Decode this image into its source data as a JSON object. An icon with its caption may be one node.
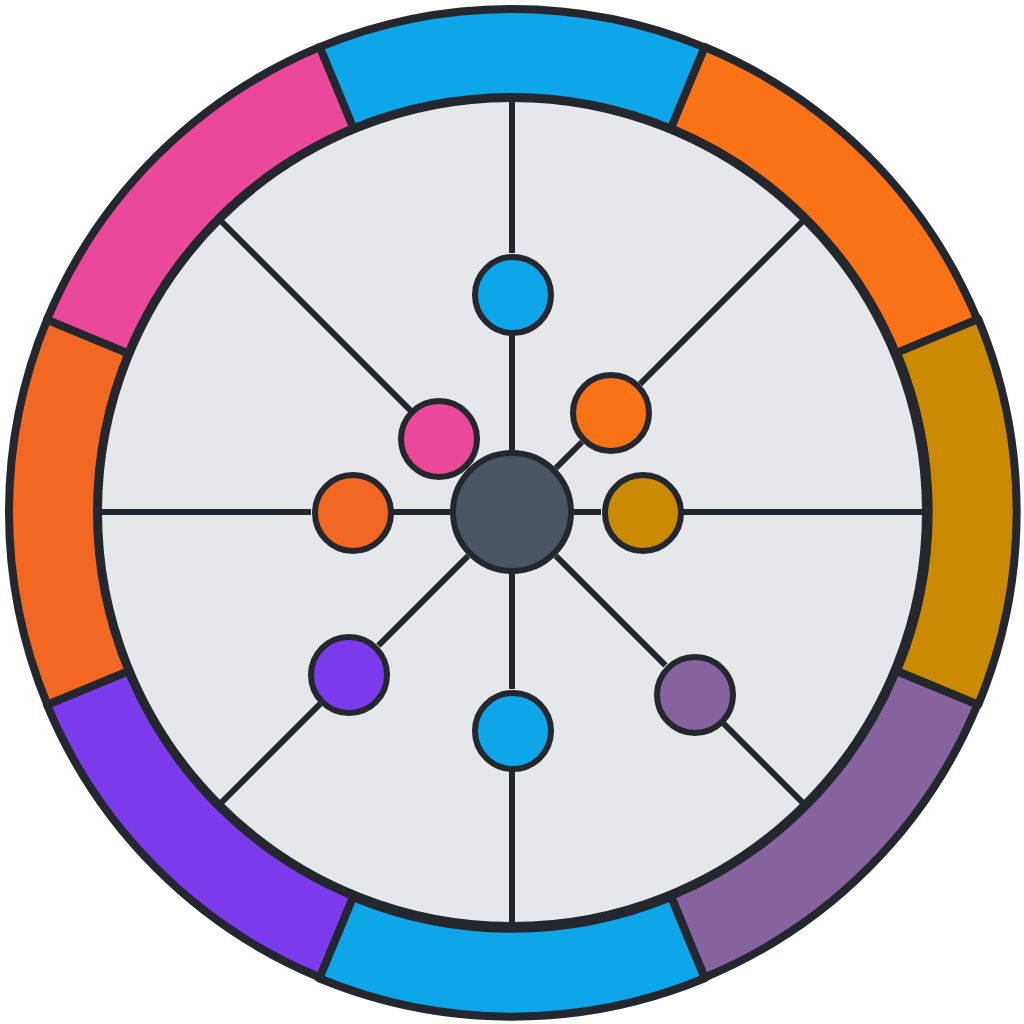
{
  "diagram": {
    "nodes": [
      {
        "text": [],
        "shape": "arc"
      },
      {
        "text": [],
        "shape": "arc"
      },
      {
        "text": [],
        "shape": "arc"
      },
      {
        "text": [],
        "shape": "arc"
      },
      {
        "text": [],
        "shape": "arc"
      },
      {
        "text": [],
        "shape": "arc"
      },
      {
        "text": [],
        "shape": "arc"
      },
      {
        "text": [],
        "shape": "arc"
      },
      {
        "text": [],
        "shape": "circle"
      },
      {
        "text": [],
        "shape": "circle",
        "in": 8
      },
      {
        "text": [],
        "shape": "circle",
        "in": 8
      },
      {
        "text": [],
        "shape": "circle",
        "in": 8
      },
      {
        "text": [],
        "shape": "circle",
        "in": 8
      },
      {
        "text": [],
        "shape": "circle",
        "in": 8
      },
      {
        "text": [],
        "shape": "circle",
        "in": 8
      },
      {
        "text": [],
        "shape": "circle",
        "in": 8
      },
      {
        "text": [],
        "shape": "circle",
        "in": 8
      },
      {
        "text": [],
        "shape": "circle",
        "in": 8
      }
    ],
    "edges": [
      {
        "from": 9,
        "to": 10,
        "arrow": "none"
      },
      {
        "from": 10,
        "to": 0,
        "arrow": "none"
      },
      {
        "from": 9,
        "to": 11,
        "arrow": "none"
      },
      {
        "from": 11,
        "to": 1,
        "arrow": "none"
      },
      {
        "from": 9,
        "to": 12,
        "arrow": "none"
      },
      {
        "from": 12,
        "to": 2,
        "arrow": "none"
      },
      {
        "from": 9,
        "to": 13,
        "arrow": "none"
      },
      {
        "from": 13,
        "to": 3,
        "arrow": "none"
      },
      {
        "from": 9,
        "to": 14,
        "arrow": "none"
      },
      {
        "from": 14,
        "to": 4,
        "arrow": "none"
      },
      {
        "from": 9,
        "to": 15,
        "arrow": "none"
      },
      {
        "from": 15,
        "to": 5,
        "arrow": "none"
      },
      {
        "from": 9,
        "to": 16,
        "arrow": "none"
      },
      {
        "from": 16,
        "to": 6,
        "arrow": "none"
      },
      {
        "from": 17,
        "to": 7,
        "arrow": "none"
      }
    ]
  }
}
